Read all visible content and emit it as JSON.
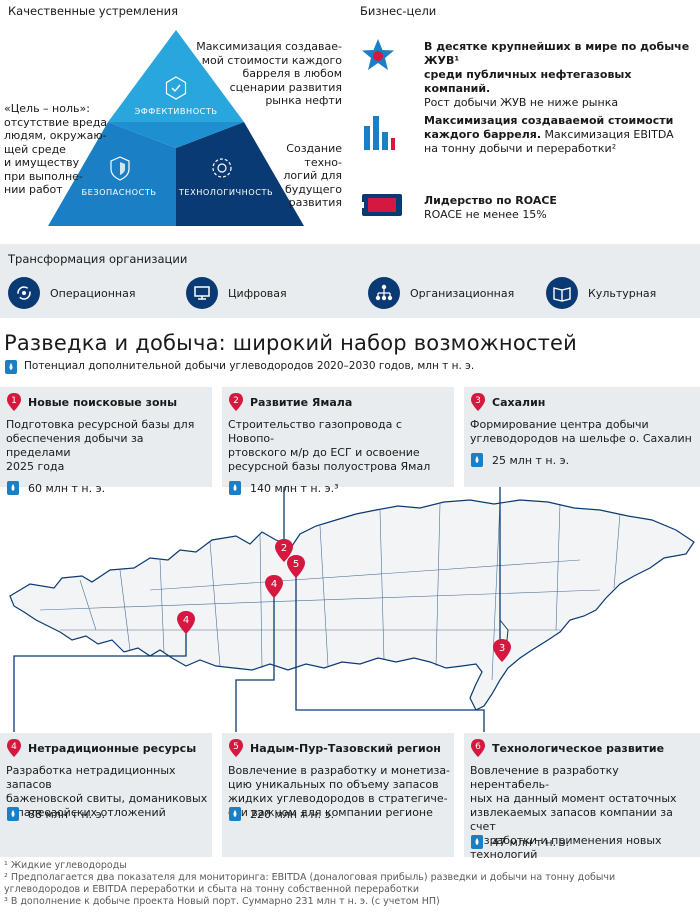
{
  "aspirations": {
    "heading": "Качественные устремления",
    "efficiency_label": "ЭФФЕКТИВНОСТЬ",
    "safety_label": "БЕЗОПАСНОСТЬ",
    "tech_label": "ТЕХНОЛОГИЧНОСТЬ",
    "right_top": "Максимизация создавае-\nмой стоимости каждого\nбарреля в любом\nсценарии развития\nрынка нефти",
    "right_bottom": "Создание техно-\nлогий для\nбудущего\nразвития",
    "left": "«Цель – ноль»:\nотсутствие вреда\nлюдям, окружаю-\nщей среде\nи имуществу\nпри выполне-\nнии работ"
  },
  "business_goals": {
    "heading": "Бизнес-цели",
    "items": [
      {
        "icon": "star-icon",
        "bold": "В десятке крупнейших в мире по добыче ЖУВ¹\nсреди публичных нефтегазовых компаний.",
        "normal": "Рост добычи ЖУВ не ниже рынка"
      },
      {
        "icon": "bar-chart-icon",
        "bold": "Максимизация создаваемой стоимости\nкаждого барреля.",
        "normal": " Максимизация EBITDA\nна тонну добычи и переработки²"
      },
      {
        "icon": "banknote-icon",
        "bold": "Лидерство по ROACE",
        "normal": "ROACE не менее 15%"
      }
    ]
  },
  "transformation": {
    "heading": "Трансформация организации",
    "items": [
      {
        "icon": "cycle-icon",
        "label": "Операционная"
      },
      {
        "icon": "monitor-icon",
        "label": "Цифровая"
      },
      {
        "icon": "org-chart-icon",
        "label": "Организационная"
      },
      {
        "icon": "book-icon",
        "label": "Культурная"
      }
    ]
  },
  "exploration": {
    "title": "Разведка и добыча: широкий набор возможностей",
    "subtitle": "Потенциал дополнительной добычи углеводородов 2020–2030 годов,  млн т н. э.",
    "cards": [
      {
        "num": "1",
        "title": "Новые поисковые зоны",
        "body": "Подготовка ресурсной базы для\nобеспечения добычи за пределами\n2025 года",
        "value": "60 млн т н. э."
      },
      {
        "num": "2",
        "title": "Развитие Ямала",
        "body": "Строительство газопровода с Новопо-\nртовского м/р до ЕСГ и освоение\nресурсной базы полуострова Ямал",
        "value": "140 млн т н. э.³"
      },
      {
        "num": "3",
        "title": "Сахалин",
        "body": "Формирование центра добычи\nуглеводородов на шельфе о. Сахалин",
        "value": "25 млн т н. э."
      },
      {
        "num": "4",
        "title": "Нетрадиционные ресурсы",
        "body": "Разработка нетрадиционных запасов\nбаженовской свиты, доманиковых\nи палеозойских отложений",
        "value": "88 млн т н. э."
      },
      {
        "num": "5",
        "title": "Надым-Пур-Тазовский регион",
        "body": "Вовлечение в разработку и монетиза-\nцию уникальных по объему запасов\nжидких углеводородов в стратегиче-\nски важном для компании регионе",
        "value": "220 млн т н. э."
      },
      {
        "num": "6",
        "title": "Технологическое развитие",
        "body": "Вовлечение в разработку нерентабель-\nных на данный момент остаточных\nизвлекаемых запасов компании за счет\nразработки и применения новых\nтехнологий",
        "value": "47 млн т н. э."
      }
    ]
  },
  "footnotes": [
    "¹ Жидкие углеводороды",
    "² Предполагается два показателя для мониторинга: EBITDA (доналоговая прибыль) разведки и добычи на тонну добычи\n   углеводородов и EBITDA переработки и сбыта на тонну собственной переработки",
    "³ В дополнение к добыче проекта Новый порт. Суммарно 231 млн т н. э. (с учетом НП)"
  ],
  "colors": {
    "navy": "#0a3a73",
    "blue": "#1a7fc4",
    "light_blue": "#2aa6de",
    "red": "#d6173f",
    "gray": "#e9ecee"
  }
}
